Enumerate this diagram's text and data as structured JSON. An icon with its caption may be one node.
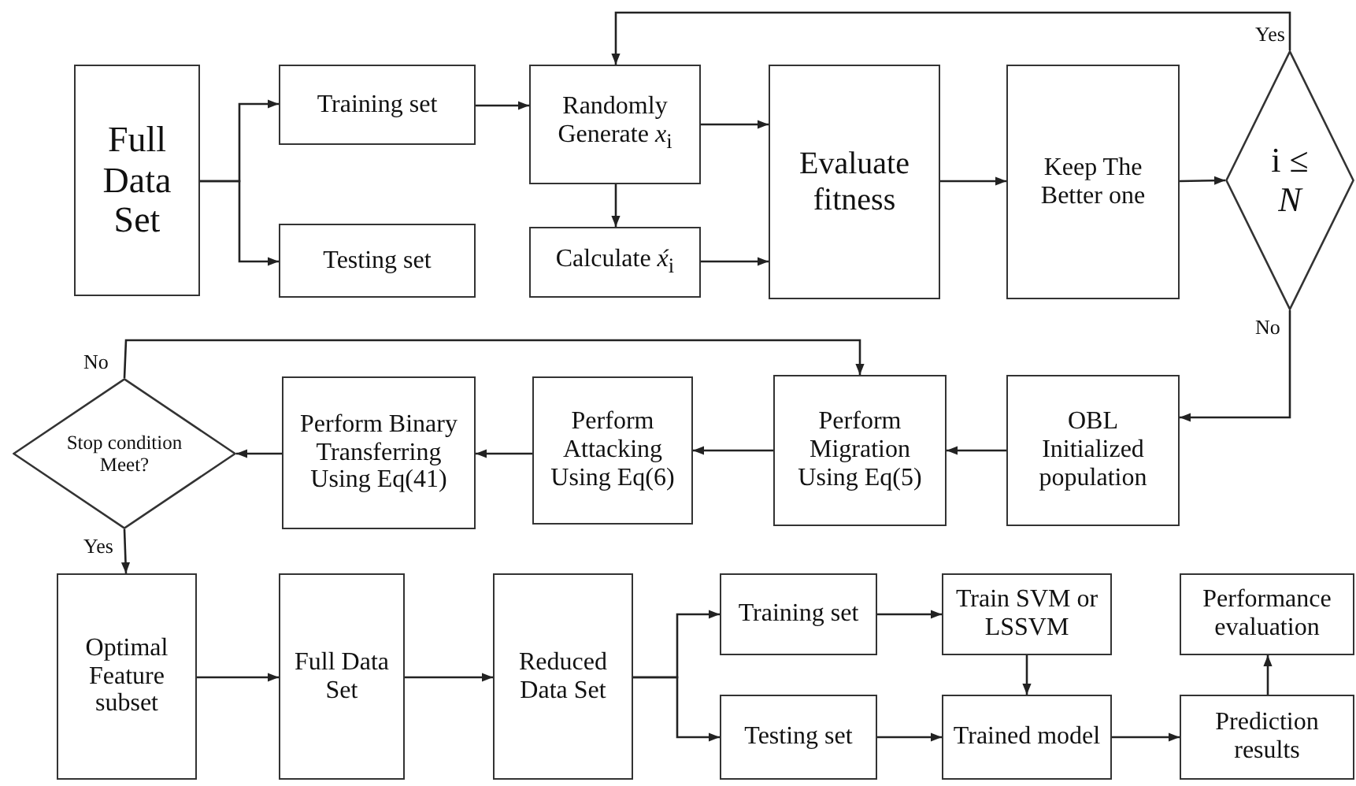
{
  "diagram": {
    "nodes": [
      {
        "text": [
          "Full Data Set"
        ]
      },
      {
        "text": [
          "Training set"
        ]
      },
      {
        "text": [
          "Testing set"
        ]
      },
      {
        "text": [
          "Randomly Generate *x*$_{i}$"
        ]
      },
      {
        "text": [
          "Calculate *x́*$_{i}$"
        ]
      },
      {
        "text": [
          "Evaluate fitness"
        ]
      },
      {
        "text": [
          "Keep The Better one"
        ]
      },
      {
        "text": [
          "i ≤ *N*"
        ]
      },
      {
        "text": [
          "OBL Initialized population"
        ]
      },
      {
        "text": [
          "Perform Migration Using Eq(5)"
        ]
      },
      {
        "text": [
          "Perform Attacking Using Eq(6)"
        ]
      },
      {
        "text": [
          "Perform Binary Transferring Using Eq(41)"
        ]
      },
      {
        "text": [
          "Stop condition Meet?"
        ]
      },
      {
        "text": [
          "Optimal Feature subset"
        ]
      },
      {
        "text": [
          "Full Data Set"
        ]
      },
      {
        "text": [
          "Reduced Data Set"
        ]
      },
      {
        "text": [
          "Training set"
        ]
      },
      {
        "text": [
          "Testing set"
        ]
      },
      {
        "text": [
          "Train SVM or LSSVM"
        ]
      },
      {
        "text": [
          "Trained model"
        ]
      },
      {
        "text": [
          "Performance evaluation"
        ]
      },
      {
        "text": [
          "Prediction results"
        ]
      }
    ],
    "edges": [
      {
        "from": 0,
        "to": 1,
        "arrow": "to"
      },
      {
        "from": 0,
        "to": 2,
        "arrow": "to"
      },
      {
        "from": 1,
        "to": 3,
        "arrow": "to"
      },
      {
        "from": 3,
        "to": 4,
        "arrow": "to"
      },
      {
        "from": 3,
        "to": 5,
        "arrow": "to"
      },
      {
        "from": 4,
        "to": 5,
        "arrow": "to"
      },
      {
        "from": 5,
        "to": 6,
        "arrow": "to"
      },
      {
        "from": 6,
        "to": 7,
        "arrow": "to"
      },
      {
        "from": 7,
        "to": 3,
        "arrow": "to",
        "label": "Yes"
      },
      {
        "from": 7,
        "to": 8,
        "arrow": "to",
        "label": "No"
      },
      {
        "from": 8,
        "to": 9,
        "arrow": "to"
      },
      {
        "from": 9,
        "to": 10,
        "arrow": "to"
      },
      {
        "from": 10,
        "to": 11,
        "arrow": "to"
      },
      {
        "from": 11,
        "to": 12,
        "arrow": "to"
      },
      {
        "from": 12,
        "to": 9,
        "arrow": "to",
        "label": "No"
      },
      {
        "from": 12,
        "to": 13,
        "arrow": "to",
        "label": "Yes"
      },
      {
        "from": 13,
        "to": 14,
        "arrow": "to"
      },
      {
        "from": 14,
        "to": 15,
        "arrow": "to"
      },
      {
        "from": 15,
        "to": 16,
        "arrow": "to"
      },
      {
        "from": 15,
        "to": 17,
        "arrow": "to"
      },
      {
        "from": 16,
        "to": 18,
        "arrow": "to"
      },
      {
        "from": 18,
        "to": 19,
        "arrow": "to"
      },
      {
        "from": 17,
        "to": 19,
        "arrow": "to"
      },
      {
        "from": 19,
        "to": 21,
        "arrow": "to"
      },
      {
        "from": 21,
        "to": 20,
        "arrow": "to"
      }
    ]
  }
}
